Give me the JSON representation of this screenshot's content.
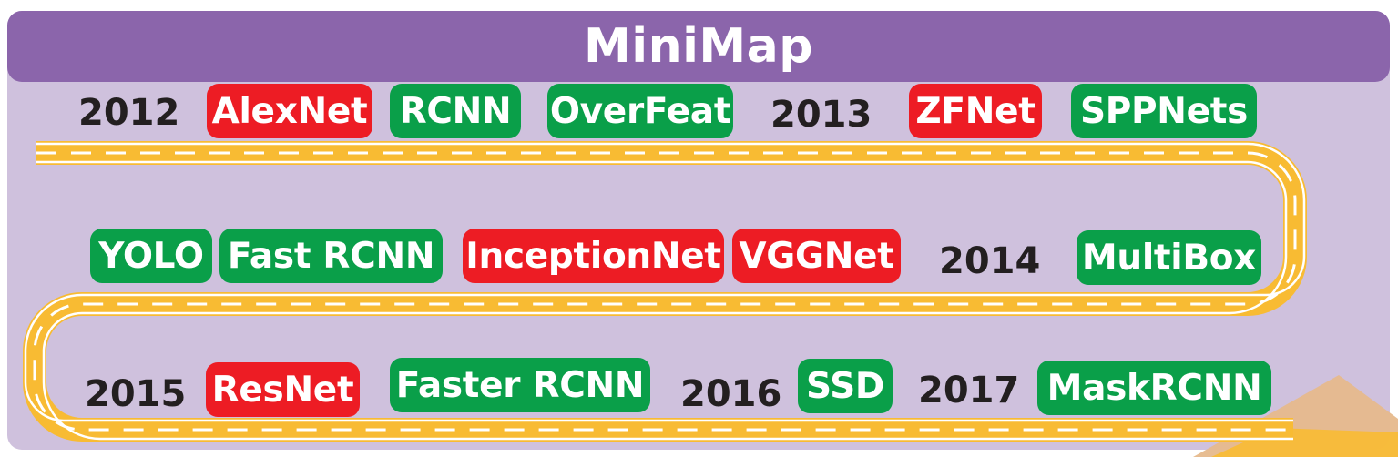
{
  "header": {
    "title": "MiniMap"
  },
  "colors": {
    "panel": "#cfc1dd",
    "header": "#8b65ab",
    "road": "#f8bb33",
    "red_tag": "#ed1c24",
    "green_tag": "#0a9f49",
    "corner_accent": "#e6b98c"
  },
  "timeline": {
    "years": [
      "2012",
      "2013",
      "2014",
      "2015",
      "2016",
      "2017"
    ],
    "models": [
      {
        "name": "AlexNet",
        "color": "red"
      },
      {
        "name": "RCNN",
        "color": "green"
      },
      {
        "name": "OverFeat",
        "color": "green"
      },
      {
        "name": "ZFNet",
        "color": "red"
      },
      {
        "name": "SPPNets",
        "color": "green"
      },
      {
        "name": "MultiBox",
        "color": "green"
      },
      {
        "name": "VGGNet",
        "color": "red"
      },
      {
        "name": "InceptionNet",
        "color": "red"
      },
      {
        "name": "Fast RCNN",
        "color": "green"
      },
      {
        "name": "YOLO",
        "color": "green"
      },
      {
        "name": "ResNet",
        "color": "red"
      },
      {
        "name": "Faster RCNN",
        "color": "green"
      },
      {
        "name": "SSD",
        "color": "green"
      },
      {
        "name": "MaskRCNN",
        "color": "green"
      }
    ]
  }
}
